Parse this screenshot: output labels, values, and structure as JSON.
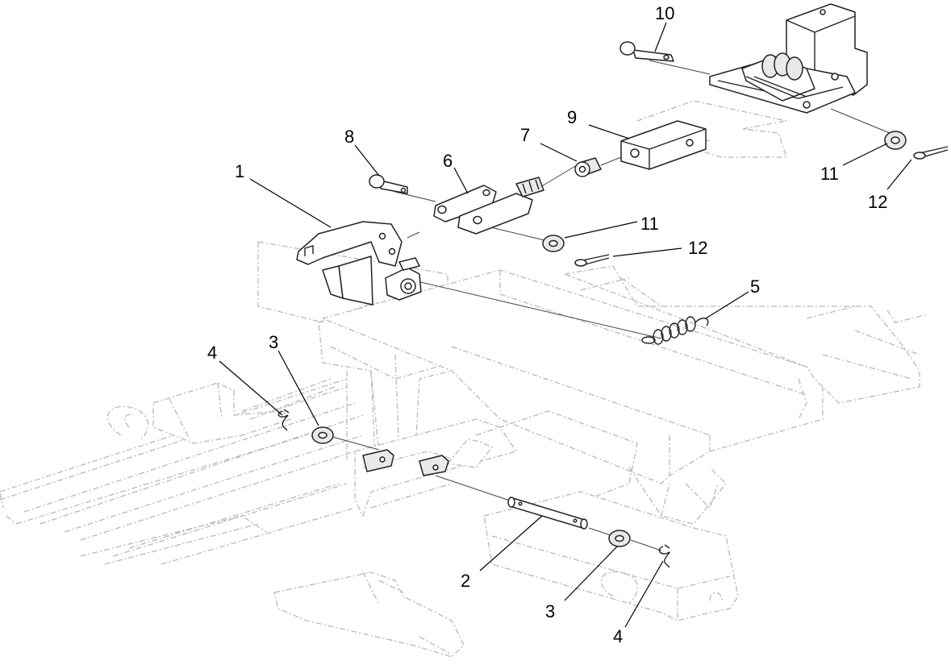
{
  "diagram": {
    "callouts": [
      {
        "id": "callout-10",
        "label": "10"
      },
      {
        "id": "callout-9",
        "label": "9"
      },
      {
        "id": "callout-8",
        "label": "8"
      },
      {
        "id": "callout-7",
        "label": "7"
      },
      {
        "id": "callout-6",
        "label": "6"
      },
      {
        "id": "callout-1",
        "label": "1"
      },
      {
        "id": "callout-11a",
        "label": "11"
      },
      {
        "id": "callout-12a",
        "label": "12"
      },
      {
        "id": "callout-11b",
        "label": "11"
      },
      {
        "id": "callout-12b",
        "label": "12"
      },
      {
        "id": "callout-5",
        "label": "5"
      },
      {
        "id": "callout-4a",
        "label": "4"
      },
      {
        "id": "callout-3a",
        "label": "3"
      },
      {
        "id": "callout-2",
        "label": "2"
      },
      {
        "id": "callout-3b",
        "label": "3"
      },
      {
        "id": "callout-4b",
        "label": "4"
      }
    ]
  }
}
